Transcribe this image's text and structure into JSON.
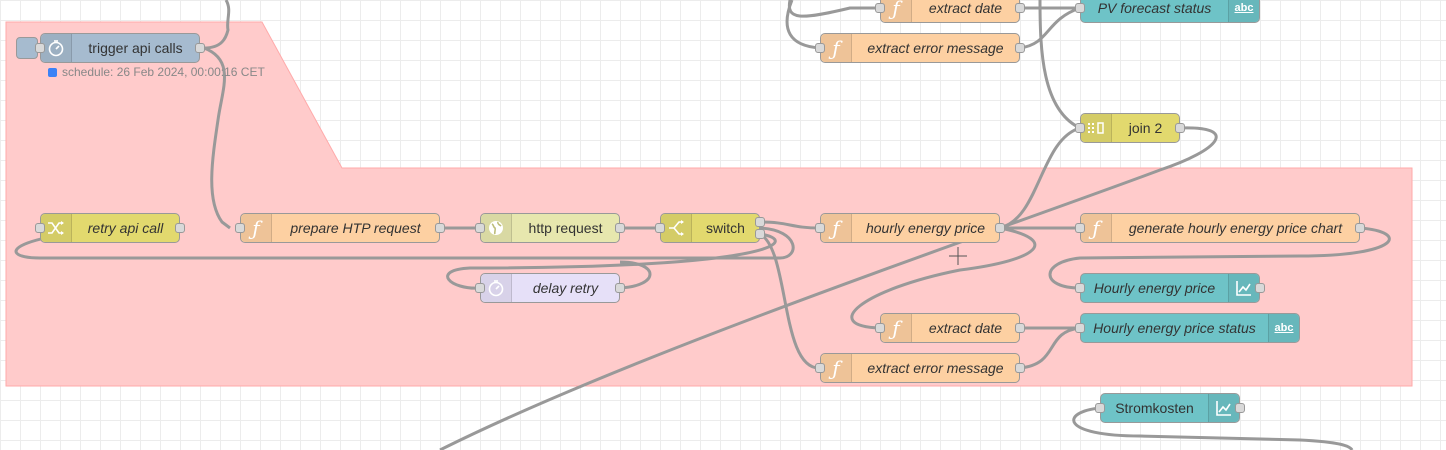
{
  "nodes": {
    "trigger_api_calls": "trigger api calls",
    "trigger_status": "schedule: 26 Feb 2024, 00:00:16 CET",
    "extract_date_top": "extract date",
    "extract_error_top": "extract error message",
    "pv_forecast_status": "PV forecast status",
    "join_2": "join 2",
    "retry_api_call": "retry api call",
    "prepare_http_request": "prepare HTP request",
    "http_request": "http request",
    "switch": "switch",
    "hourly_energy_price": "hourly energy price",
    "generate_chart": "generate hourly energy price chart",
    "delay_retry": "delay retry",
    "hourly_energy_price_chart": "Hourly energy price",
    "extract_date": "extract date",
    "hourly_energy_price_status": "Hourly energy price status",
    "extract_error": "extract error message",
    "stromkosten": "Stromkosten"
  },
  "colors": {
    "group": "#ffcbcb",
    "function": "#fdd0a2",
    "inject": "#a6bbcf",
    "change": "#e2d96e",
    "http": "#e7e7ae",
    "delay": "#e6e0f8",
    "dashboard": "#6ec3c7"
  },
  "icons": {
    "inject": "timer-icon",
    "function": "function-icon",
    "change": "shuffle-icon",
    "http": "globe-icon",
    "switch": "switch-icon",
    "join": "join-icon",
    "text": "abc-icon",
    "chart": "chart-icon"
  }
}
